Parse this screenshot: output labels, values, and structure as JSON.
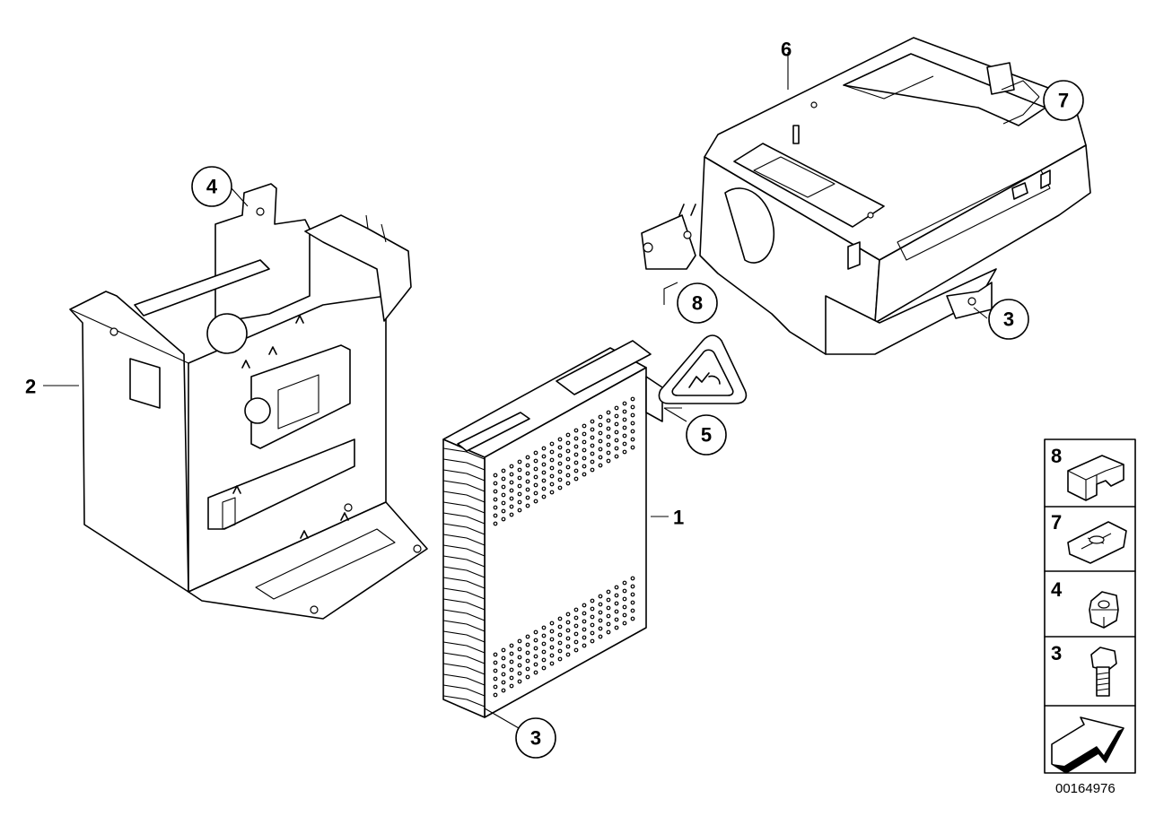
{
  "callouts": {
    "c4": "4",
    "c6": "6",
    "c7": "7",
    "c8": "8",
    "c3_top": "3",
    "c5": "5",
    "c3_bottom": "3"
  },
  "labels": {
    "l2": "2",
    "l1": "1"
  },
  "legend": {
    "items": [
      "8",
      "7",
      "4",
      "3"
    ]
  },
  "doc_id": "00164976"
}
